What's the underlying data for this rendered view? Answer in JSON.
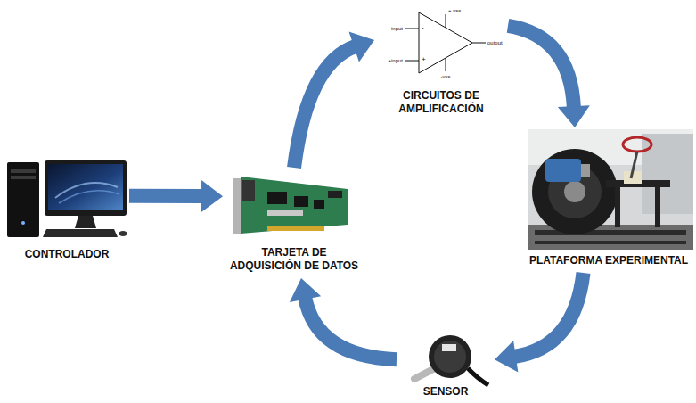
{
  "diagram": {
    "nodes": [
      {
        "text": [
          "CIRCUITOS DE AMPLIFICACIÓN"
        ]
      },
      {
        "text": [
          "CONTROLADOR"
        ]
      },
      {
        "text": [
          "TARJETA DE ADQUISICIÓN DE DATOS"
        ]
      },
      {
        "text": [
          "PLATAFORMA EXPERIMENTAL"
        ]
      },
      {
        "text": [
          "SENSOR"
        ]
      }
    ],
    "edges": [
      {
        "from": 1,
        "to": 2,
        "arrow": "to"
      },
      {
        "from": 2,
        "to": 0,
        "arrow": "to"
      },
      {
        "from": 0,
        "to": 3,
        "arrow": "to"
      },
      {
        "from": 3,
        "to": 4,
        "arrow": "to"
      },
      {
        "from": 4,
        "to": 2,
        "arrow": "to"
      }
    ],
    "labels": [
      "+ vss",
      "-input",
      "+input",
      "output",
      "-vss",
      "-",
      "+"
    ]
  }
}
